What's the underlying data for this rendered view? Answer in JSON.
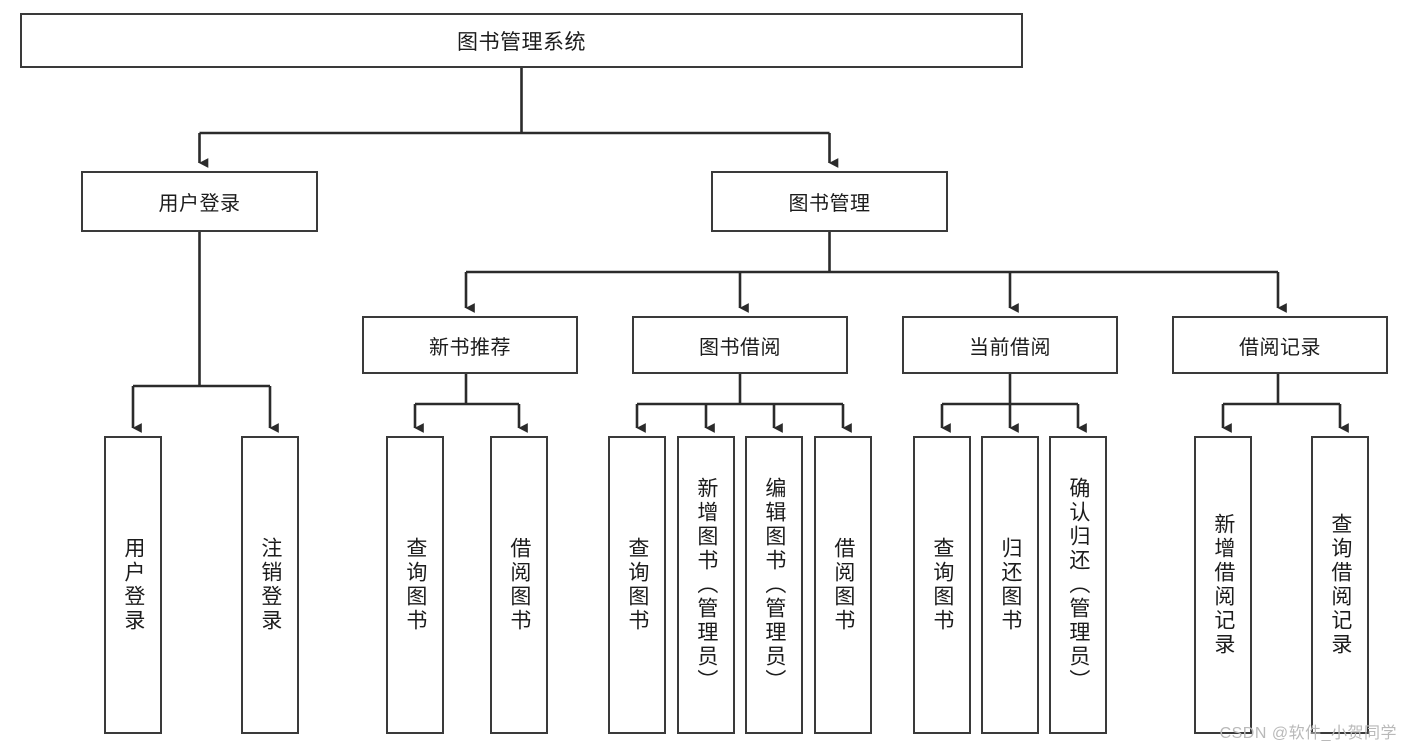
{
  "diagram": {
    "title": "图书管理系统",
    "watermark": "CSDN @软件_小贺同学",
    "colors": {
      "box_stroke": "#3a3a3a",
      "line": "#2b2b2b",
      "background": "#ffffff",
      "text": "#1c1c1c",
      "watermark": "#b9b9b9"
    },
    "root": {
      "label": "图书管理系统"
    },
    "level2": [
      {
        "label": "用户登录"
      },
      {
        "label": "图书管理"
      }
    ],
    "level3": [
      {
        "label": "新书推荐"
      },
      {
        "label": "图书借阅"
      },
      {
        "label": "当前借阅"
      },
      {
        "label": "借阅记录"
      }
    ],
    "leaves": [
      {
        "label": "用户登录",
        "parent": "用户登录"
      },
      {
        "label": "注销登录",
        "parent": "用户登录"
      },
      {
        "label": "查询图书",
        "parent": "新书推荐"
      },
      {
        "label": "借阅图书",
        "parent": "新书推荐"
      },
      {
        "label": "查询图书",
        "parent": "图书借阅"
      },
      {
        "label": "新增图书（管理员）",
        "parent": "图书借阅"
      },
      {
        "label": "编辑图书（管理员）",
        "parent": "图书借阅"
      },
      {
        "label": "借阅图书",
        "parent": "图书借阅"
      },
      {
        "label": "查询图书",
        "parent": "当前借阅"
      },
      {
        "label": "归还图书",
        "parent": "当前借阅"
      },
      {
        "label": "确认归还（管理员）",
        "parent": "当前借阅"
      },
      {
        "label": "新增借阅记录",
        "parent": "借阅记录"
      },
      {
        "label": "查询借阅记录",
        "parent": "借阅记录"
      }
    ]
  }
}
